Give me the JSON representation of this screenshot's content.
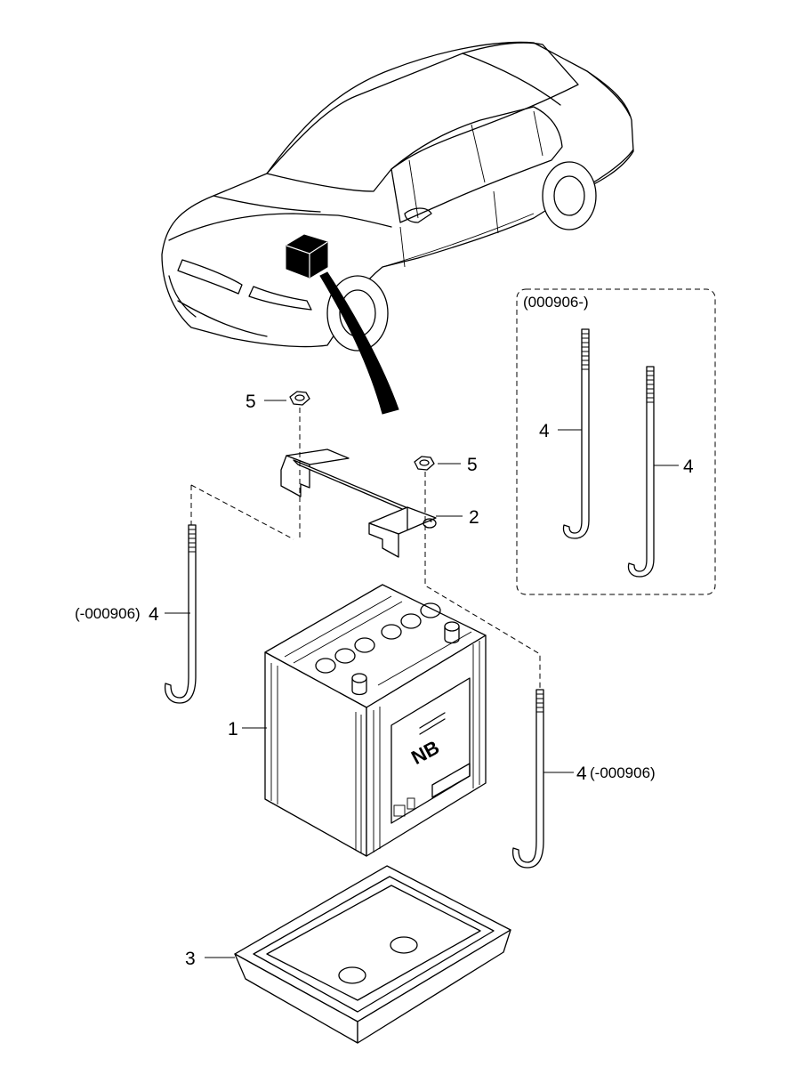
{
  "labels": {
    "battery": "1",
    "clamp": "2",
    "tray": "3",
    "rod": "4",
    "nut": "5",
    "rod_left_prefix": "(-000906)",
    "rod_right_suffix": "(-000906)",
    "inset_range": "(000906-)"
  },
  "battery_logo": "NB",
  "colors": {
    "line": "#000000",
    "background": "#ffffff",
    "highlight": "#000000"
  }
}
